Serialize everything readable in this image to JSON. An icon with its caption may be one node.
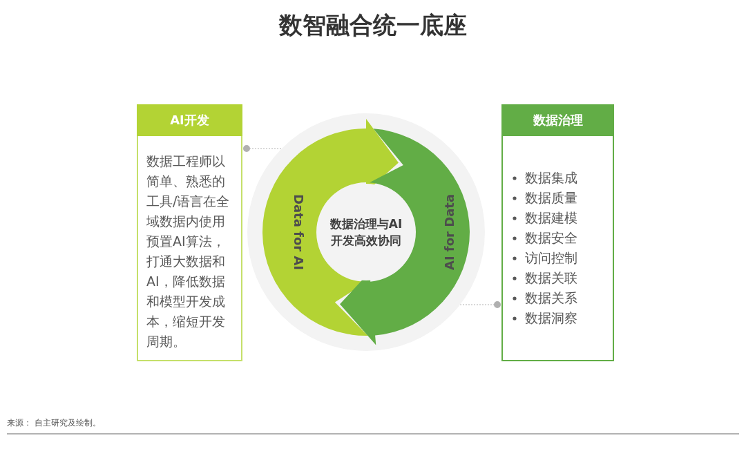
{
  "diagram": {
    "title": "数智融合统一底座",
    "nodes": [
      {
        "text": [
          "AI开发",
          "数据工程师以简单、熟悉的工具/语言在全域数据内使用预置AI算法，打通大数据和AI，降低数据和模型开发成本，缩短开发周期。"
        ]
      },
      {
        "text": [
          "数据治理",
          "数据集成",
          "数据质量",
          "数据建模",
          "数据安全",
          "访问控制",
          "数据关联",
          "数据关系",
          "数据洞察"
        ]
      },
      {
        "text": [
          "Data for AI"
        ]
      },
      {
        "text": [
          "AI for Data"
        ]
      },
      {
        "text": [
          "数据治理与AI开发高效协同"
        ]
      }
    ],
    "edges": [
      {
        "from": 0,
        "to": 2,
        "arrow": "other",
        "style": "dashed"
      },
      {
        "from": 1,
        "to": 3,
        "arrow": "other",
        "style": "dashed"
      }
    ],
    "labels": [
      "来源： 自主研究及绘制。"
    ]
  }
}
